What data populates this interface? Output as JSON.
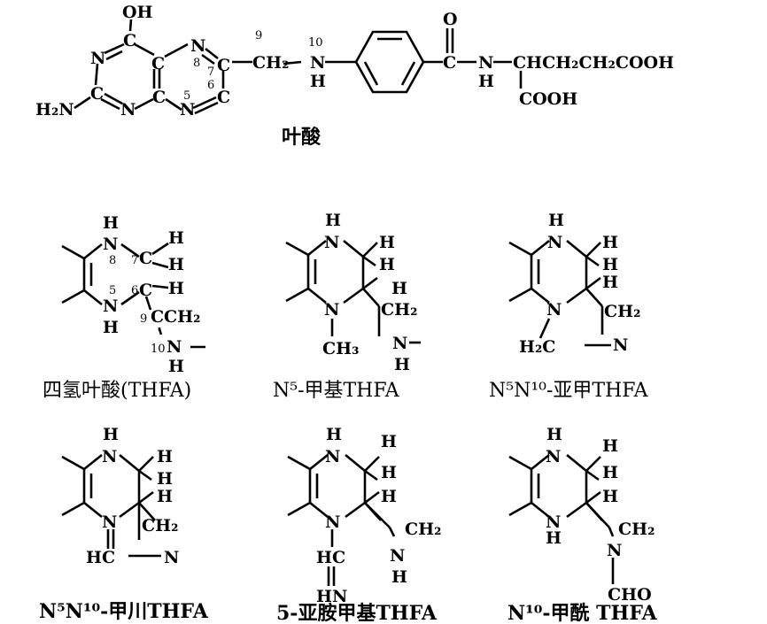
{
  "folic_acid": {
    "atoms": {
      "oh": "OH",
      "c_top": "C",
      "n_left": "N",
      "c_fuse_top": "C",
      "n8": "N",
      "c7": "C",
      "c6": "C",
      "n5": "N",
      "c_fuse_bot": "C",
      "n_bot": "N",
      "c_amino": "C",
      "h2n": "H₂N",
      "ch2": "CH₂",
      "n10": "N",
      "h10": "H",
      "c_carbonyl": "C",
      "o": "O",
      "n_amide": "N",
      "h_amide": "H",
      "chain": "CHCH₂CH₂COOH",
      "cooh": "COOH"
    },
    "numbers": {
      "n8": "8",
      "n7": "7",
      "n6": "6",
      "n5": "5",
      "n9": "9",
      "n10": "10"
    },
    "caption": "叶酸"
  },
  "panels": [
    {
      "caption": "四氢叶酸(THFA)",
      "labels": {
        "h_top": "H",
        "n_top": "N",
        "h7a": "H",
        "h7b": "H",
        "h6": "H",
        "n_bot": "N",
        "h_nbot": "H",
        "ch2": "CH₂",
        "n10": "N",
        "h10": "H",
        "num8": "8",
        "num7": "7",
        "num6": "6",
        "num5": "5",
        "num9": "9",
        "num10": "10",
        "c7": "C",
        "c6": "C",
        "c9": "C"
      }
    },
    {
      "caption": "N⁵-甲基THFA",
      "labels": {
        "h_top": "H",
        "n_top": "N",
        "h7a": "H",
        "h7b": "H",
        "h6": "H",
        "n_bot": "N",
        "ch3": "CH₃",
        "ch2": "CH₂",
        "n10": "N",
        "h10": "H"
      }
    },
    {
      "caption": "N⁵N¹⁰-亚甲THFA",
      "labels": {
        "h_top": "H",
        "n_top": "N",
        "h7a": "H",
        "h7b": "H",
        "h6": "H",
        "n_bot": "N",
        "ch2": "CH₂",
        "h2c": "H₂C",
        "n10": "N"
      }
    },
    {
      "caption": "N⁵N¹⁰-甲川THFA",
      "labels": {
        "h_top": "H",
        "n_top": "N",
        "h7a": "H",
        "h7b": "H",
        "h6": "H",
        "n_bot": "N",
        "ch2": "CH₂",
        "hc": "HC",
        "n10": "N"
      }
    },
    {
      "caption": "5-亚胺甲基THFA",
      "labels": {
        "h_top": "H",
        "n_top": "N",
        "h7a": "H",
        "h7b": "H",
        "h6": "H",
        "n_bot": "N",
        "hc": "HC",
        "hn": "HN",
        "ch2": "CH₂",
        "n10": "N",
        "h10": "H"
      }
    },
    {
      "caption": "N¹⁰-甲酰 THFA",
      "labels": {
        "h_top": "H",
        "n_top": "N",
        "h7a": "H",
        "h7b": "H",
        "h6": "H",
        "n_bot": "N",
        "h_nbot": "H",
        "ch2": "CH₂",
        "n10": "N",
        "cho": "CHO"
      }
    }
  ]
}
